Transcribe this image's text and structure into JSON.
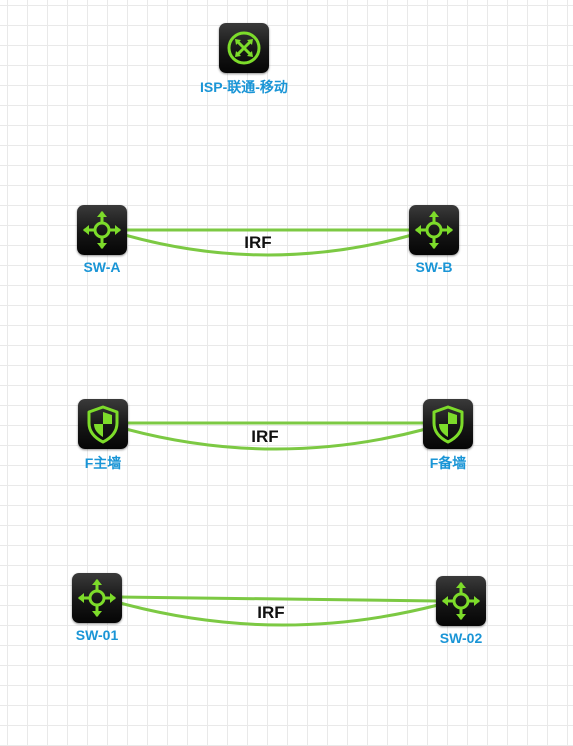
{
  "diagram": {
    "nodes": [
      {
        "id": "isp",
        "label": "ISP-联通-移动",
        "icon": "router-icon"
      },
      {
        "id": "sw-a",
        "label": "SW-A",
        "icon": "l3-switch-icon"
      },
      {
        "id": "sw-b",
        "label": "SW-B",
        "icon": "l3-switch-icon"
      },
      {
        "id": "f-main",
        "label": "F主墙",
        "icon": "firewall-icon"
      },
      {
        "id": "f-backup",
        "label": "F备墙",
        "icon": "firewall-icon"
      },
      {
        "id": "sw-01",
        "label": "SW-01",
        "icon": "l3-switch-icon"
      },
      {
        "id": "sw-02",
        "label": "SW-02",
        "icon": "l3-switch-icon"
      }
    ],
    "links": [
      {
        "from": "sw-a",
        "to": "sw-b",
        "label": "IRF"
      },
      {
        "from": "f-main",
        "to": "f-backup",
        "label": "IRF"
      },
      {
        "from": "sw-01",
        "to": "sw-02",
        "label": "IRF"
      }
    ],
    "colors": {
      "link": "#7cc943",
      "label": "#1a95d6",
      "icon_symbol": "#7ddc2a",
      "grid": "#e9e9e9"
    }
  }
}
